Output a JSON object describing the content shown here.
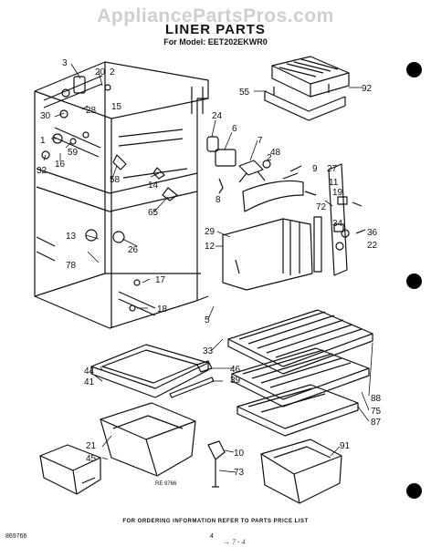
{
  "watermark": "AppliancePartsPros.com",
  "title": "LINER PARTS",
  "model_line": "For Model: EET202EKWR0",
  "footer_note": "FOR ORDERING INFORMATION REFER TO PARTS PRICE LIST",
  "doc_code": "869766",
  "page_number": "4",
  "figure_code": "RE 9766",
  "handwritten_mark": "→ 7 - 4",
  "callouts": [
    "3",
    "20",
    "2",
    "28",
    "15",
    "30",
    "1",
    "59",
    "16",
    "32",
    "24",
    "6",
    "7",
    "48",
    "2",
    "8",
    "9",
    "27",
    "11",
    "19",
    "58",
    "14",
    "65",
    "72",
    "29",
    "12",
    "34",
    "36",
    "22",
    "13",
    "26",
    "78",
    "17",
    "18",
    "55",
    "92",
    "5",
    "33",
    "44",
    "41",
    "46",
    "39",
    "88",
    "75",
    "87",
    "21",
    "45",
    "10",
    "73",
    "91"
  ]
}
